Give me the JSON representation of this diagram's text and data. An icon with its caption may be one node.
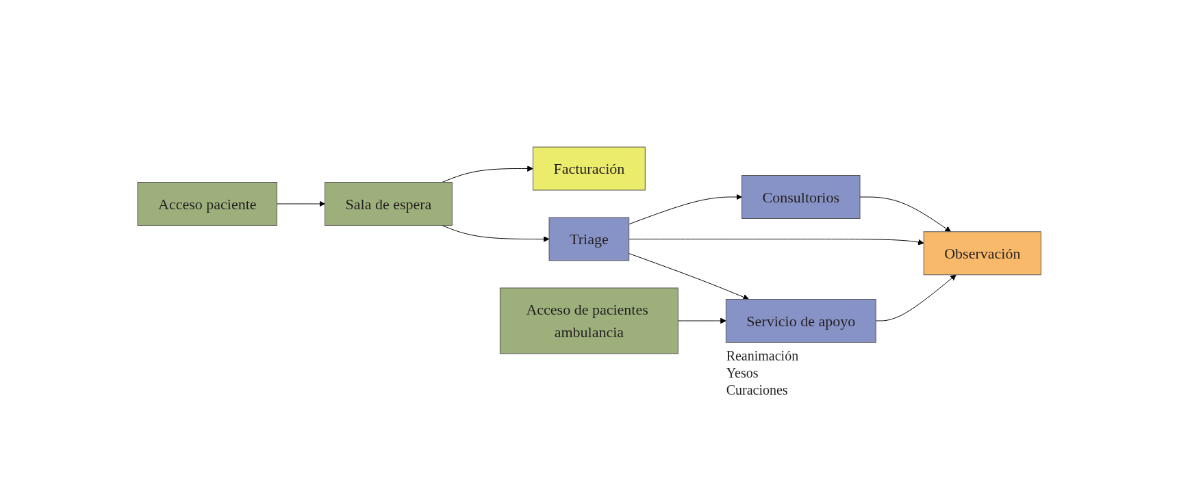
{
  "diagram": {
    "nodes": [
      {
        "text": [
          "Acceso paciente"
        ]
      },
      {
        "text": [
          "Facturación"
        ]
      },
      {
        "text": [
          "Sala de espera"
        ]
      },
      {
        "text": [
          "Consultorios"
        ]
      },
      {
        "text": [
          "Triage"
        ]
      },
      {
        "text": [
          "Observación"
        ]
      },
      {
        "text": [
          "Acceso de pacientes ambulancia"
        ]
      },
      {
        "text": [
          "Servicio de apoyo"
        ],
        "beside": [
          "Reanimación",
          "Yesos",
          "Curaciones"
        ]
      }
    ],
    "edges": [
      {
        "from": 0,
        "to": 2,
        "arrow": "to"
      },
      {
        "from": 2,
        "to": 1,
        "arrow": "to"
      },
      {
        "from": 2,
        "to": 4,
        "arrow": "to"
      },
      {
        "from": 4,
        "to": 3,
        "arrow": "to"
      },
      {
        "from": 3,
        "to": 5,
        "arrow": "to"
      },
      {
        "from": 4,
        "to": 5,
        "arrow": "to"
      },
      {
        "from": 4,
        "to": 7,
        "arrow": "to"
      },
      {
        "from": 6,
        "to": 7,
        "arrow": "to"
      },
      {
        "from": 7,
        "to": 5,
        "arrow": "to"
      }
    ]
  }
}
